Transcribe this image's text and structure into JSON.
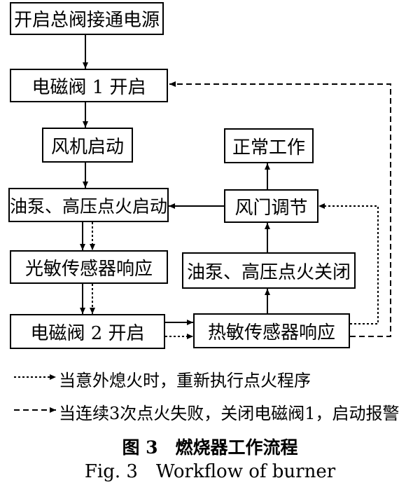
{
  "diagram": {
    "nodes": {
      "n1": "开启总阀接通电源",
      "n2": "电磁阀 1 开启",
      "n3": "风机启动",
      "n4": "油泵、高压点火启动",
      "n5": "光敏传感器响应",
      "n6": "电磁阀 2 开启",
      "n7": "热敏传感器响应",
      "n8": "油泵、高压点火关闭",
      "n9": "风门调节",
      "n10": "正常工作"
    },
    "legend": {
      "dotted": "当意外熄火时，重新执行点火程序",
      "dashed": "当连续3次点火失败，关闭电磁阀1，启动报警"
    },
    "caption": {
      "cn": "图 3　燃烧器工作流程",
      "en": "Fig. 3　Workflow of burner"
    }
  }
}
